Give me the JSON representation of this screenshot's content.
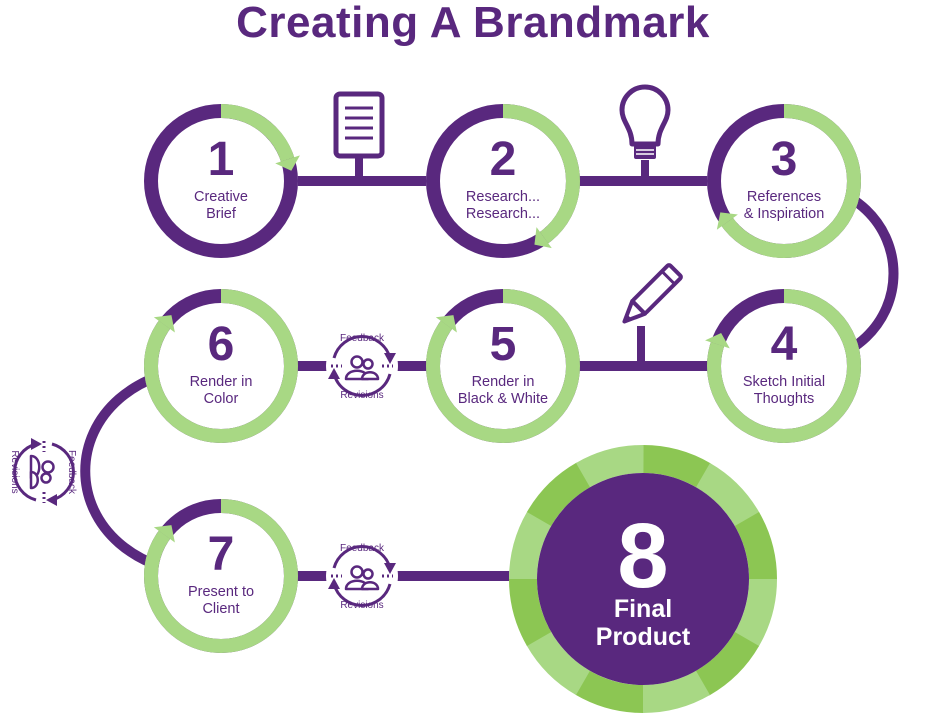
{
  "title": "Creating A Brandmark",
  "colors": {
    "purple": "#59287e",
    "green_light": "#a8d884",
    "green_mid": "#8cc653",
    "green_dark": "#6fb53c",
    "white": "#ffffff"
  },
  "steps": [
    {
      "number": "1",
      "lines": [
        "Creative",
        "Brief"
      ],
      "progress": 0.2,
      "icon": "document-icon"
    },
    {
      "number": "2",
      "lines": [
        "Research...",
        "Research..."
      ],
      "progress": 0.4,
      "icon": "lightbulb-icon"
    },
    {
      "number": "3",
      "lines": [
        "References",
        "& Inspiration"
      ],
      "progress": 0.65
    },
    {
      "number": "4",
      "lines": [
        "Sketch Initial",
        "Thoughts"
      ],
      "progress": 0.8,
      "icon": "pencil-icon"
    },
    {
      "number": "5",
      "lines": [
        "Render in",
        "Black & White"
      ],
      "progress": 0.85
    },
    {
      "number": "6",
      "lines": [
        "Render in",
        "Color"
      ],
      "progress": 0.85
    },
    {
      "number": "7",
      "lines": [
        "Present to",
        "Client"
      ],
      "progress": 0.85
    }
  ],
  "final": {
    "number": "8",
    "lines": [
      "Final",
      "Product"
    ]
  },
  "feedback_badges": [
    {
      "top": "Feedback",
      "bottom": "Revisions",
      "icon": "people-icon"
    },
    {
      "top": "Feedback",
      "bottom": "Revisions",
      "icon": "people-icon"
    },
    {
      "top": "Feedback",
      "bottom": "Revisions",
      "icon": "people-icon"
    }
  ]
}
